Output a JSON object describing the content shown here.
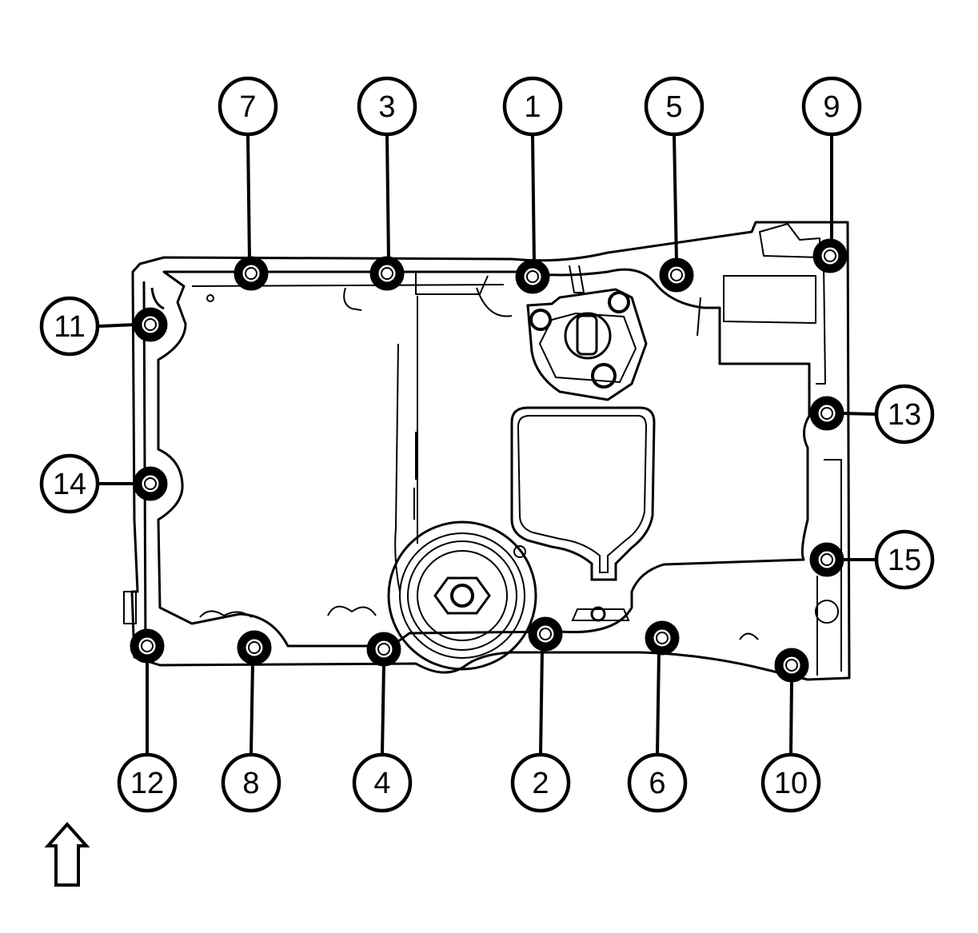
{
  "diagram": {
    "callouts": [
      {
        "id": "bolt-1",
        "label": "1"
      },
      {
        "id": "bolt-2",
        "label": "2"
      },
      {
        "id": "bolt-3",
        "label": "3"
      },
      {
        "id": "bolt-4",
        "label": "4"
      },
      {
        "id": "bolt-5",
        "label": "5"
      },
      {
        "id": "bolt-6",
        "label": "6"
      },
      {
        "id": "bolt-7",
        "label": "7"
      },
      {
        "id": "bolt-8",
        "label": "8"
      },
      {
        "id": "bolt-9",
        "label": "9"
      },
      {
        "id": "bolt-10",
        "label": "10"
      },
      {
        "id": "bolt-11",
        "label": "11"
      },
      {
        "id": "bolt-12",
        "label": "12"
      },
      {
        "id": "bolt-13",
        "label": "13"
      },
      {
        "id": "bolt-14",
        "label": "14"
      },
      {
        "id": "bolt-15",
        "label": "15"
      }
    ],
    "direction_arrow": "up-arrow-icon",
    "colors": {
      "line": "#000000",
      "background": "#ffffff"
    }
  }
}
